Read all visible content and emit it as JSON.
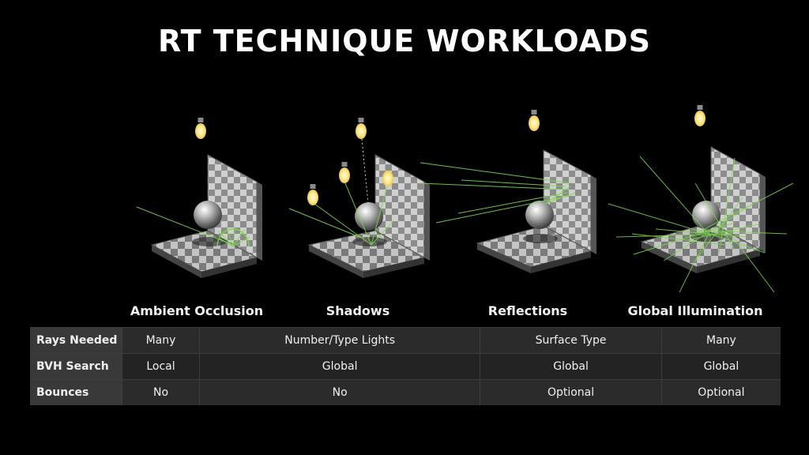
{
  "slide": {
    "title": "RT TECHNIQUE WORKLOADS"
  },
  "columns": [
    "Ambient Occlusion",
    "Shadows",
    "Reflections",
    "Global Illumination"
  ],
  "table": {
    "rows": [
      {
        "label": "Rays Needed",
        "cells": [
          "Many",
          "Number/Type Lights",
          "Surface Type",
          "Many"
        ]
      },
      {
        "label": "BVH Search",
        "cells": [
          "Local",
          "Global",
          "Global",
          "Global"
        ]
      },
      {
        "label": "Bounces",
        "cells": [
          "No",
          "No",
          "Optional",
          "Optional"
        ]
      }
    ]
  },
  "colors": {
    "background": "#000000",
    "ray": "#7cd84a",
    "bulb": "#fff2a6",
    "table_row": "#2b2b2b",
    "table_head": "#393939"
  }
}
